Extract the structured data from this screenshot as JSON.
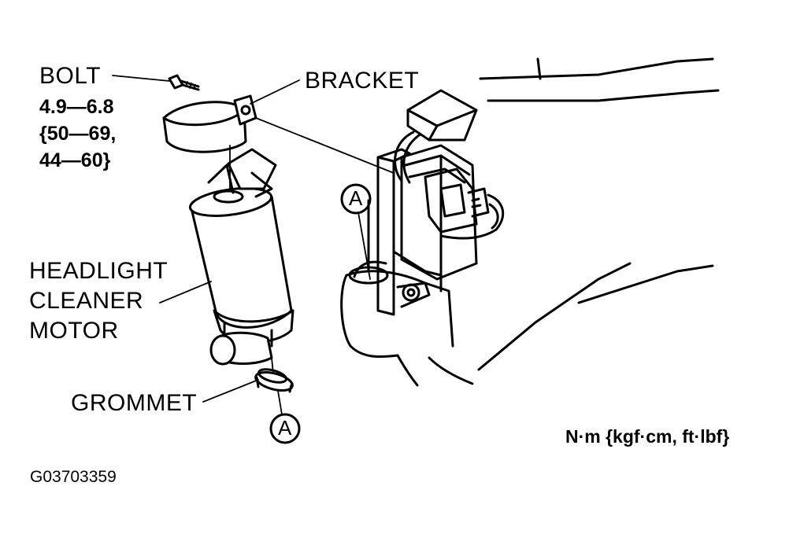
{
  "labels": {
    "bolt": "BOLT",
    "torque_line1": "4.9—6.8",
    "torque_line2": "{50—69,",
    "torque_line3": "44—60}",
    "bracket": "BRACKET",
    "motor_line1": "HEADLIGHT",
    "motor_line2": "CLEANER",
    "motor_line3": "MOTOR",
    "grommet": "GROMMET",
    "marker_a": "A",
    "units": "N·m {kgf·cm, ft·lbf}",
    "figure_id": "G03703359"
  }
}
